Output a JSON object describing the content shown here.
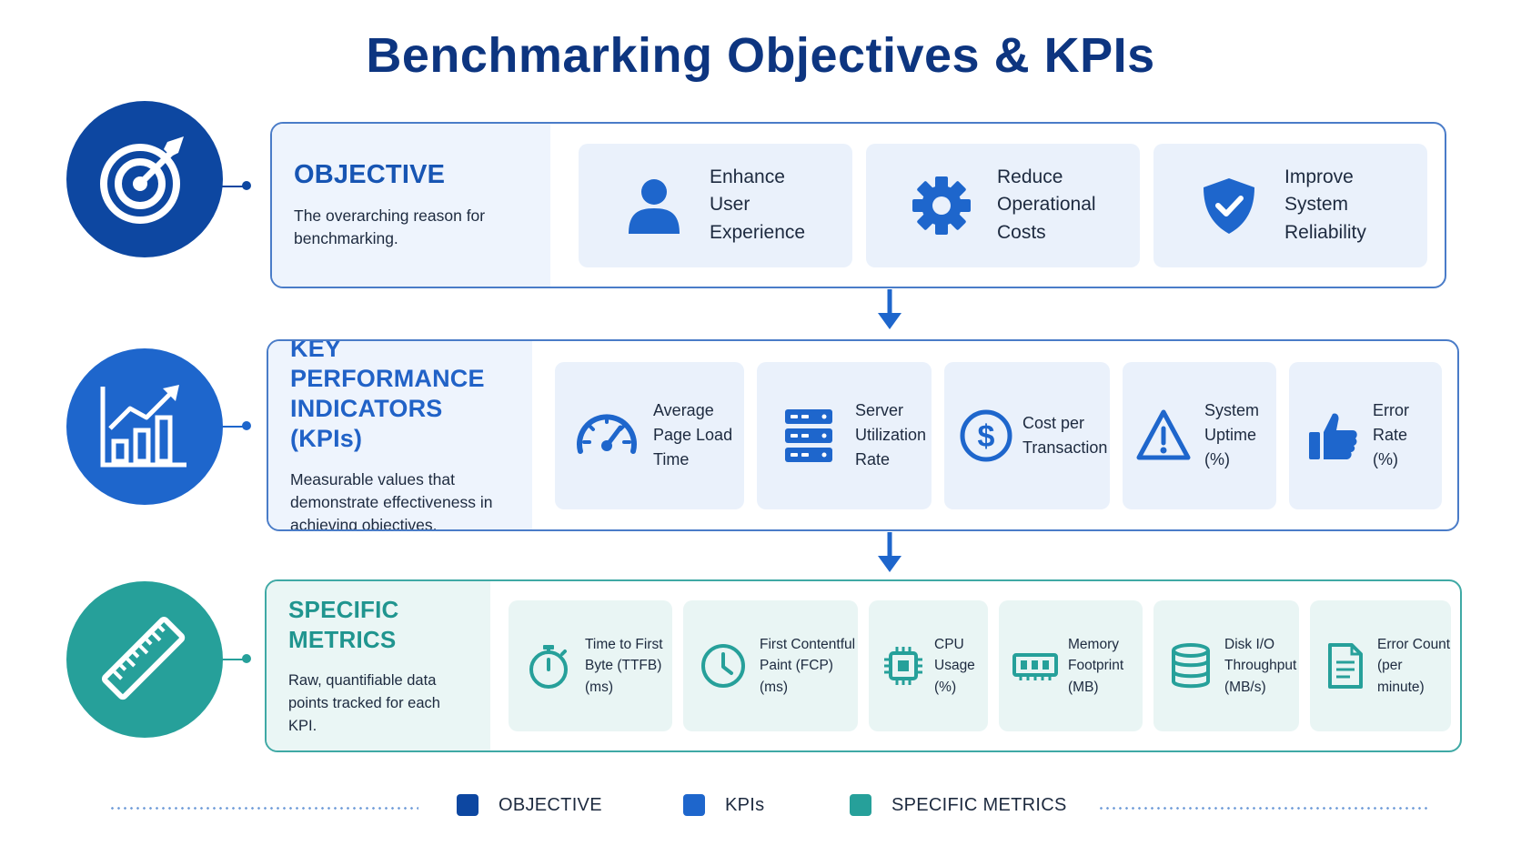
{
  "title": "Benchmarking Objectives & KPIs",
  "colors": {
    "objective": "#0d47a1",
    "kpi": "#1e66cc",
    "metrics": "#26a09a"
  },
  "objective": {
    "heading": "OBJECTIVE",
    "description": "The overarching reason for benchmarking.",
    "cards": [
      {
        "icon": "user-icon",
        "label": "Enhance\nUser\nExperience"
      },
      {
        "icon": "gear-icon",
        "label": "Reduce\nOperational\nCosts"
      },
      {
        "icon": "shield-check-icon",
        "label": "Improve\nSystem\nReliability"
      }
    ]
  },
  "kpis": {
    "heading": "KEY PERFORMANCE INDICATORS (KPIs)",
    "description": "Measurable values that demonstrate effectiveness in achieving objectives.",
    "cards": [
      {
        "icon": "speedometer-icon",
        "label": "Average\nPage Load\nTime"
      },
      {
        "icon": "server-icon",
        "label": "Server\nUtilization\nRate"
      },
      {
        "icon": "dollar-icon",
        "label": "Cost per\nTransaction"
      },
      {
        "icon": "warning-icon",
        "label": "System\nUptime\n(%)"
      },
      {
        "icon": "thumbs-up-icon",
        "label": "Error\nRate\n(%)"
      }
    ]
  },
  "metrics": {
    "heading": "SPECIFIC METRICS",
    "description": "Raw, quantifiable data points tracked for each KPI.",
    "cards": [
      {
        "icon": "stopwatch-icon",
        "label": "Time to First\nByte (TTFB)\n(ms)"
      },
      {
        "icon": "clock-icon",
        "label": "First Contentful\nPaint (FCP)\n(ms)"
      },
      {
        "icon": "cpu-icon",
        "label": "CPU\nUsage\n(%)"
      },
      {
        "icon": "memory-icon",
        "label": "Memory\nFootprint\n(MB)"
      },
      {
        "icon": "database-icon",
        "label": "Disk I/O\nThroughput\n(MB/s)"
      },
      {
        "icon": "document-icon",
        "label": "Error Count\n(per\nminute)"
      }
    ]
  },
  "legend": [
    {
      "label": "OBJECTIVE",
      "color": "#0d47a1"
    },
    {
      "label": "KPIs",
      "color": "#1e66cc"
    },
    {
      "label": "SPECIFIC METRICS",
      "color": "#26a09a"
    }
  ]
}
